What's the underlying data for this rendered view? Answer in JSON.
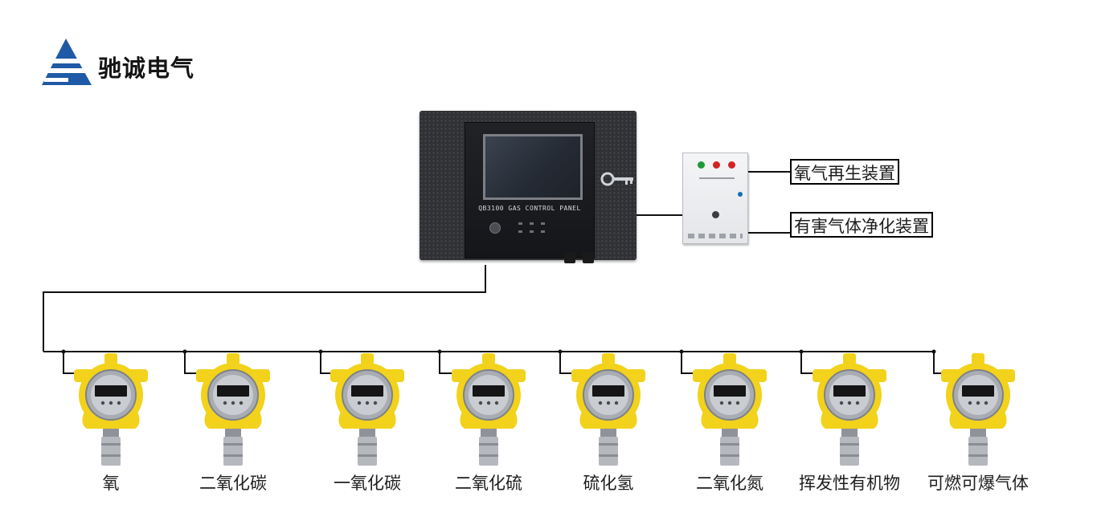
{
  "brand": {
    "name": "驰诚电气",
    "colors": {
      "primary": "#1f5aa6",
      "ink": "#141414"
    }
  },
  "control_panel": {
    "model_text": "QB3100 GAS CONTROL PANEL"
  },
  "outputs": [
    {
      "label": "氧气再生装置"
    },
    {
      "label": "有害气体净化装置"
    }
  ],
  "sensors": [
    {
      "gas": "氧"
    },
    {
      "gas": "二氧化碳"
    },
    {
      "gas": "一氧化碳"
    },
    {
      "gas": "二氧化硫"
    },
    {
      "gas": "硫化氢"
    },
    {
      "gas": "二氧化氮"
    },
    {
      "gas": "挥发性有机物"
    },
    {
      "gas": "可燃可爆气体"
    }
  ],
  "colors": {
    "wire": "#111111",
    "detector_yellow": "#f2d21b",
    "detector_steel": "#a9adb3",
    "panel_dark": "#2f3134",
    "btn_green": "#1f9a3a",
    "btn_red": "#d42424"
  }
}
